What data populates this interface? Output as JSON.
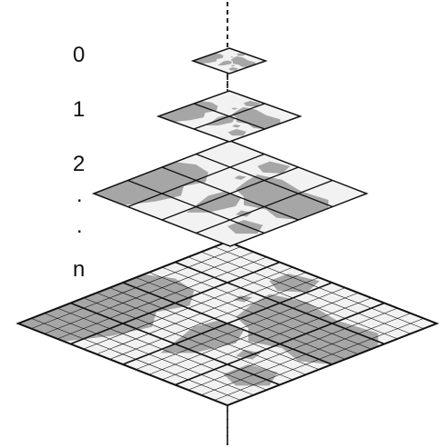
{
  "levels": [
    {
      "label": "0",
      "tiles_per_side": 1
    },
    {
      "label": "1",
      "tiles_per_side": 2
    },
    {
      "label": "2",
      "tiles_per_side": 4
    },
    {
      "label": "n",
      "tiles_per_side": 16
    }
  ],
  "ellipsis": [
    ".",
    "."
  ],
  "colors": {
    "ocean": "#f2f2f2",
    "land": "#a6a6a6",
    "grid_line": "#111111",
    "axis_line": "#111111"
  }
}
